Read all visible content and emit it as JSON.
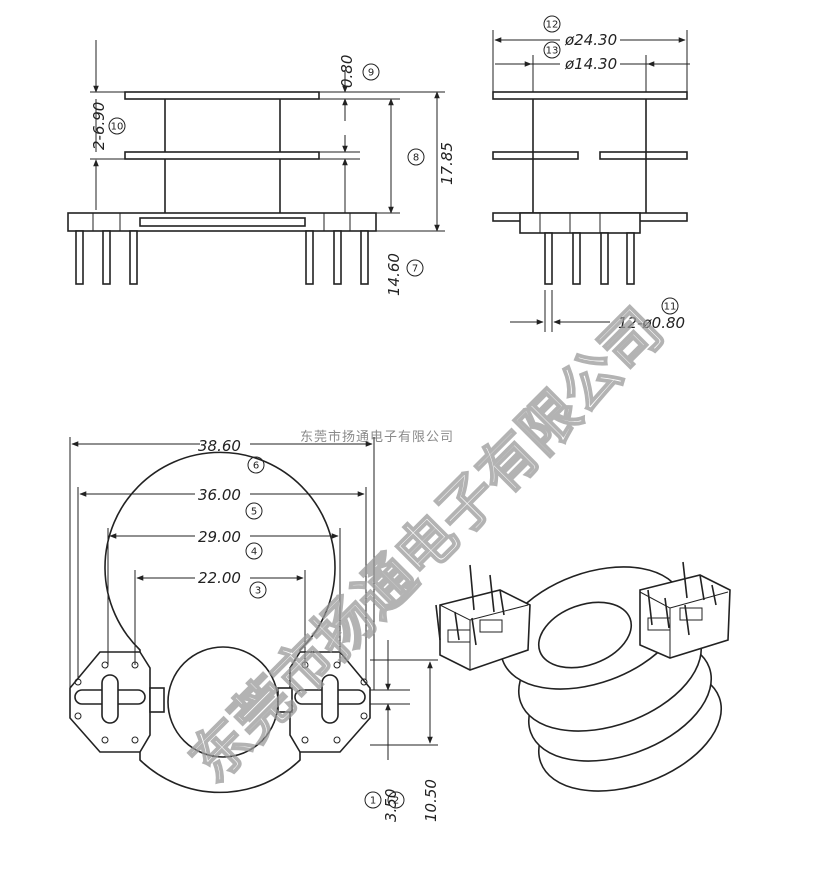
{
  "dimensions": {
    "d6_90": "2-6.90",
    "d0_80": "0.80",
    "d17_85": "17.85",
    "d14_60": "14.60",
    "d24_30": "ø24.30",
    "d14_30": "ø14.30",
    "d12_080": "12-ø0.80",
    "d38_60": "38.60",
    "d36_00": "36.00",
    "d29_00": "29.00",
    "d22_00": "22.00",
    "d3_50": "3.50",
    "d10_50": "10.50"
  },
  "callouts": {
    "c1": "1",
    "c2": "2",
    "c3": "3",
    "c4": "4",
    "c5": "5",
    "c6": "6",
    "c7": "7",
    "c8": "8",
    "c9": "9",
    "c10": "10",
    "c11": "11",
    "c12": "12",
    "c13": "13"
  },
  "watermark": {
    "large": "东莞市扬通电子有限公司",
    "small": "东莞市扬通电子有限公司"
  }
}
